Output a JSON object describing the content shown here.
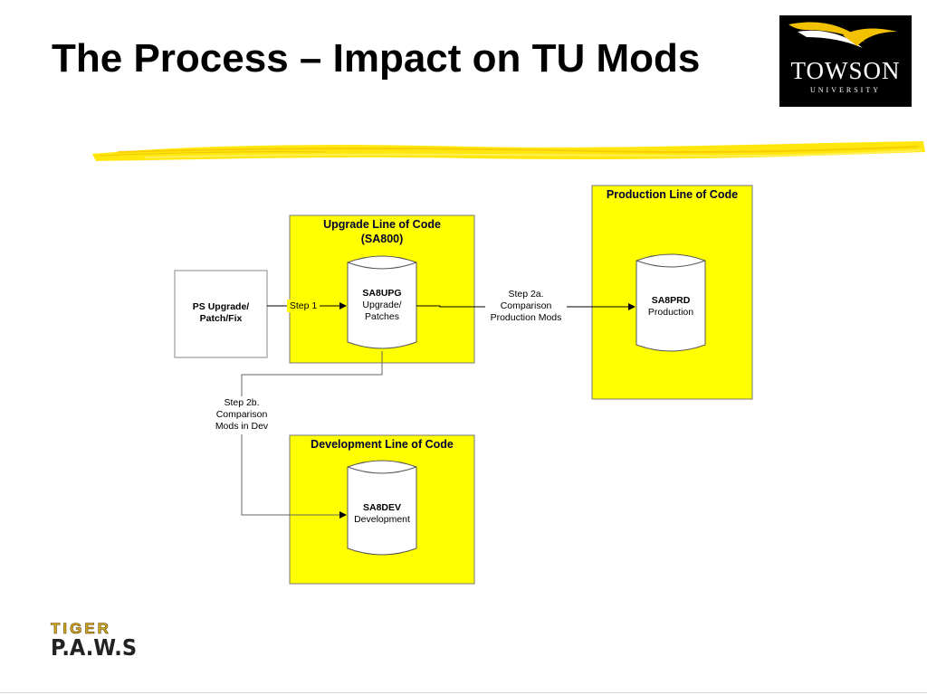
{
  "slide": {
    "title": "The Process – Impact on TU Mods"
  },
  "logo": {
    "name": "TOWSON",
    "sub": "UNIVERSITY"
  },
  "footer_logo": {
    "top": "TIGER",
    "bottom": "P.A.W.S"
  },
  "diagram": {
    "source": {
      "label": "PS Upgrade/ Patch/Fix"
    },
    "upgrade": {
      "title": "Upgrade Line of Code (SA800)",
      "db_name": "SA8UPG",
      "db_desc": "Upgrade/ Patches"
    },
    "production": {
      "title": "Production Line of Code",
      "db_name": "SA8PRD",
      "db_desc": "Production"
    },
    "development": {
      "title": "Development Line of Code",
      "db_name": "SA8DEV",
      "db_desc": "Development"
    },
    "step1": "Step 1",
    "step2a": "Step 2a. Comparison Production Mods",
    "step2b": "Step 2b. Comparison Mods in Dev"
  },
  "colors": {
    "box_fill": "#ffff00",
    "brush_stroke": "#ffe600",
    "logo_bg": "#000000"
  }
}
